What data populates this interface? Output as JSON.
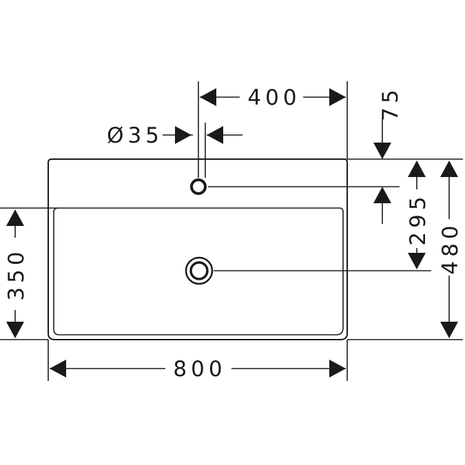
{
  "dimensions": {
    "overall_width": "800",
    "bowl_depth": "350",
    "overall_depth": "480",
    "tap_hole_offset": "400",
    "tap_hole_diameter": "Ø35",
    "back_edge_to_tap": "75",
    "tap_to_drain": "295"
  },
  "colors": {
    "line": "#1a1a1a",
    "background": "#ffffff"
  }
}
